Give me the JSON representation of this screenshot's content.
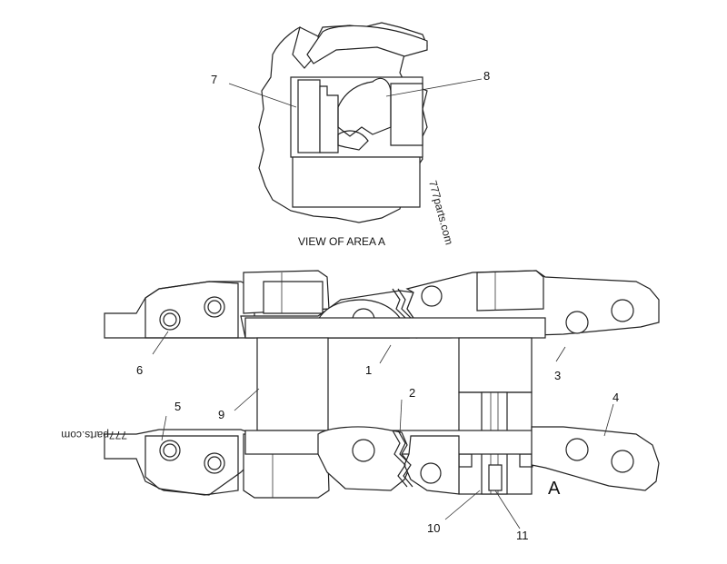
{
  "detail": {
    "caption": "VIEW OF AREA  A",
    "labels": [
      "7",
      "8"
    ]
  },
  "callouts": [
    "1",
    "2",
    "3",
    "4",
    "5",
    "6",
    "9",
    "10",
    "11"
  ],
  "area_marker": "A",
  "watermarks": [
    "777parts.com",
    "777parts.com"
  ]
}
